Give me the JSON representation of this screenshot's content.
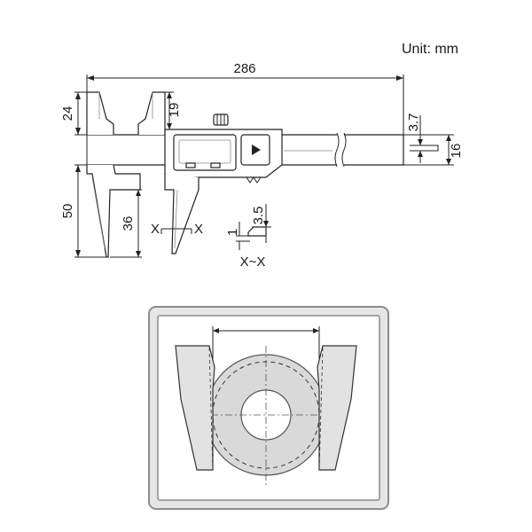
{
  "unit_label": "Unit: mm",
  "dimensions": {
    "overall_length": "286",
    "outside_jaw_depth": "50",
    "inside_jaw_depth_upper": "24",
    "inside_jaw_depth_lower": "36",
    "slider_offset": "19",
    "beam_thickness": "3.7",
    "beam_width": "16",
    "section_width": "3.5",
    "section_thickness": "1"
  },
  "section": {
    "left_mark": "X",
    "right_mark": "X",
    "label": "X~X"
  },
  "colors": {
    "line": "#222222",
    "panel_border": "#8c8c8c",
    "panel_fill": "#e6e6e6",
    "ring_fill": "#d9d9d9",
    "jaw_fill": "#e2e2e2"
  },
  "icons": {
    "display_button": "triangle-right-icon"
  }
}
